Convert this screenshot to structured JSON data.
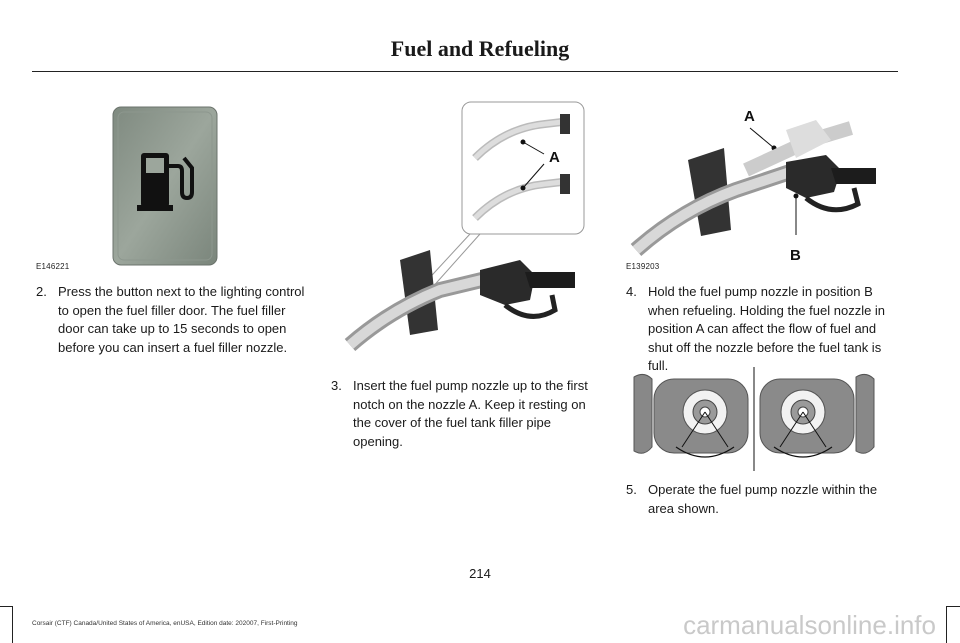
{
  "page": {
    "title": "Fuel and Refueling",
    "page_number": "214",
    "footer": "Corsair (CTF) Canada/United States of America, enUSA, Edition date: 202007, First-Printing",
    "watermark": "carmanualsonline.info"
  },
  "figures": {
    "fig1": {
      "id": "E146221"
    },
    "fig2": {
      "label_a": "A"
    },
    "fig3": {
      "id": "E139203",
      "label_a": "A",
      "label_b": "B"
    }
  },
  "steps": [
    {
      "number": "2.",
      "text": "Press the button next to the lighting control to open the fuel filler door. The fuel filler door can take up to 15 seconds to open before you can insert a fuel filler nozzle."
    },
    {
      "number": "3.",
      "text": "Insert the fuel pump nozzle up to the first notch on the nozzle A.  Keep it resting on the cover of the fuel tank filler pipe opening."
    },
    {
      "number": "4.",
      "text": "Hold the fuel pump nozzle in position B when refueling.  Holding the fuel nozzle in position A can affect the flow of fuel and shut off the nozzle before the fuel tank is full."
    },
    {
      "number": "5.",
      "text": "Operate the fuel pump nozzle within the area shown."
    }
  ]
}
